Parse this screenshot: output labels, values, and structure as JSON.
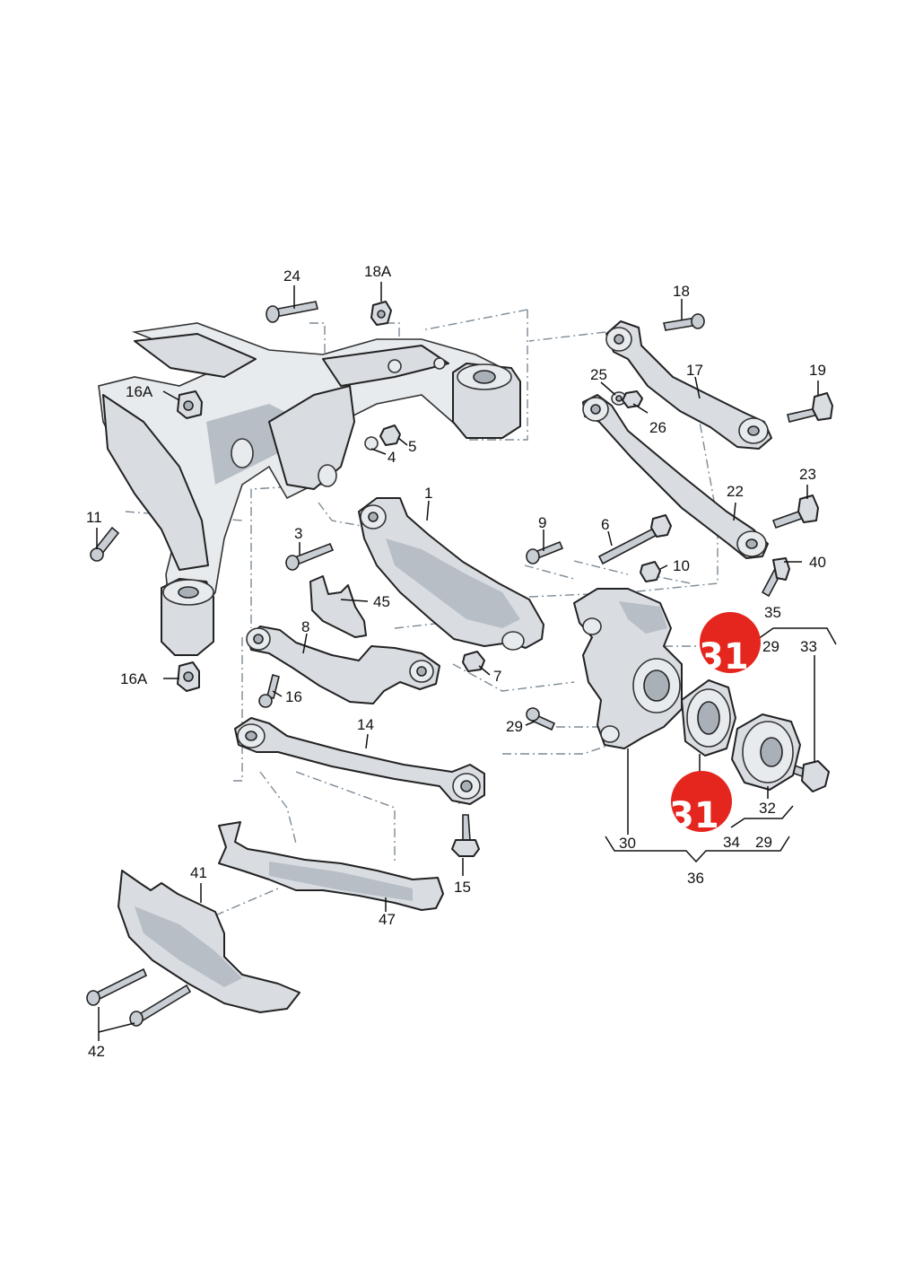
{
  "callouts": {
    "c1": "1",
    "c3": "3",
    "c4": "4",
    "c5": "5",
    "c6": "6",
    "c7": "7",
    "c8": "8",
    "c9": "9",
    "c10": "10",
    "c11": "11",
    "c14": "14",
    "c15": "15",
    "c16": "16",
    "c16a_top": "16A",
    "c16a_bottom": "16A",
    "c17": "17",
    "c18": "18",
    "c18a": "18A",
    "c19": "19",
    "c22": "22",
    "c23": "23",
    "c24": "24",
    "c25": "25",
    "c26": "26",
    "c29_left": "29",
    "c29_upper": "29",
    "c29_lower": "29",
    "c30": "30",
    "c32": "32",
    "c33": "33",
    "c34": "34",
    "c35": "35",
    "c36": "36",
    "c40": "40",
    "c41": "41",
    "c42": "42",
    "c45": "45",
    "c47": "47"
  },
  "badges": {
    "upper": "31",
    "lower": "31",
    "color": "#e5261f"
  }
}
